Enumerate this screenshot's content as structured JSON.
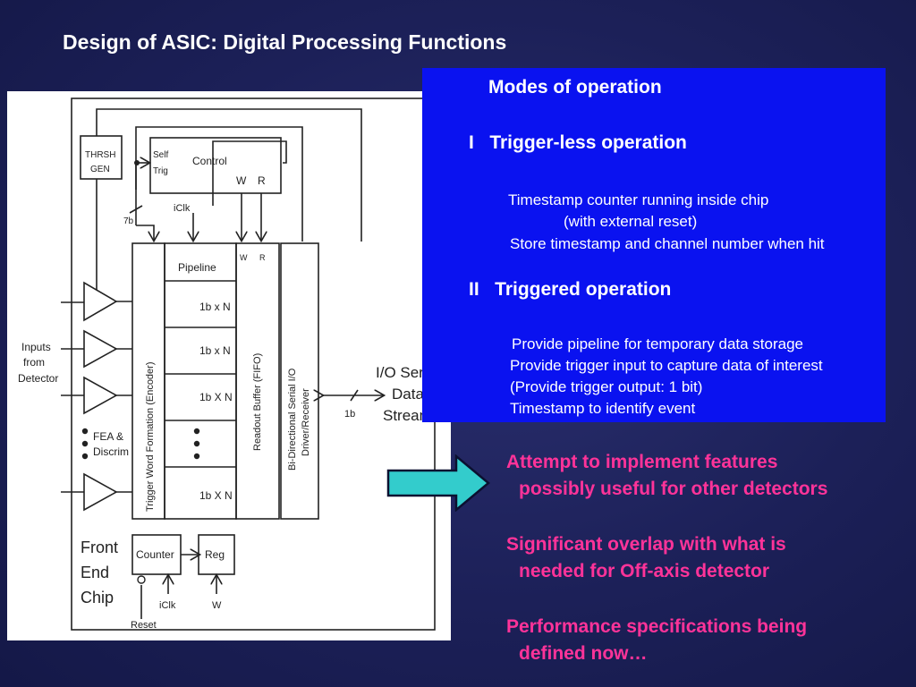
{
  "title": "Design of ASIC: Digital Processing Functions",
  "diagram": {
    "thrsh": "THRSH",
    "gen": "GEN",
    "self": "Self",
    "trig": "Trig",
    "control": "Control",
    "w": "W",
    "r": "R",
    "sevenb": "7b",
    "iclk": "iClk",
    "pipeline": "Pipeline",
    "rows": [
      "1b x N",
      "1b x N",
      "1b X N",
      "1b X N"
    ],
    "encoder": "Trigger Word Formation (Encoder)",
    "fifo": "Readout Buffer (FIFO)",
    "bidir1": "Bi-Directional Serial I/O",
    "bidir2": "Driver/Receiver",
    "inputs": [
      "Inputs",
      "from",
      "Detector"
    ],
    "fea": [
      "FEA &",
      "Discrim"
    ],
    "io": [
      "I/O Serial",
      "Data",
      "Stream"
    ],
    "oneb": "1b",
    "frontend": [
      "Front",
      "End",
      "Chip"
    ],
    "counter": "Counter",
    "reg": "Reg",
    "iclk2": "iClk",
    "w2": "W",
    "reset": "Reset"
  },
  "modes": {
    "heading": "Modes of operation",
    "mode1": "I   Trigger-less operation",
    "m1_lines": [
      "Timestamp counter running inside chip",
      "(with external reset)",
      "Store timestamp and channel number when hit"
    ],
    "mode2": "II   Triggered operation",
    "m2_lines": [
      "Provide pipeline for temporary data storage",
      "Provide trigger input to capture data of interest",
      "(Provide trigger output: 1 bit)",
      "Timestamp to identify event"
    ]
  },
  "notes": {
    "n1a": "Attempt to implement features",
    "n1b": "possibly useful for other detectors",
    "n2a": "Significant overlap with what is",
    "n2b": "needed for Off-axis detector",
    "n3a": "Performance specifications being",
    "n3b": "defined now…"
  },
  "colors": {
    "pink": "#ff3399",
    "blue_box": "#0a12f0",
    "arrow": "#33cccc"
  }
}
